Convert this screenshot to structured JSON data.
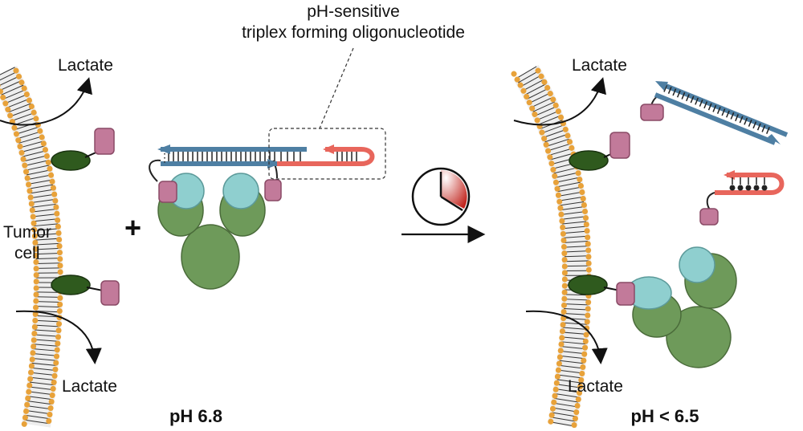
{
  "labels": {
    "tfo_line1": "pH-sensitive",
    "tfo_line2": "triplex forming oligonucleotide",
    "lactate_left_top": "Lactate",
    "lactate_left_bottom": "Lactate",
    "lactate_right_top": "Lactate",
    "lactate_right_bottom": "Lactate",
    "tumor_line1": "Tumor",
    "tumor_line2": "cell",
    "plus": "+",
    "ph_left": "pH 6.8",
    "ph_right": "pH < 6.5"
  },
  "colors": {
    "membrane_head": "#e8a23a",
    "membrane_tail": "#333333",
    "transporter": "#2f5a1e",
    "antigen": "#c27a9a",
    "antibody_light": "#8fcfcf",
    "antibody_heavy": "#6e9a5a",
    "dna_blue": "#4e7fa3",
    "tfo_red": "#e8665c",
    "clock_fill": "#c0221b"
  },
  "icons": [
    "clock-icon",
    "arrow-right-icon",
    "plus-icon"
  ]
}
